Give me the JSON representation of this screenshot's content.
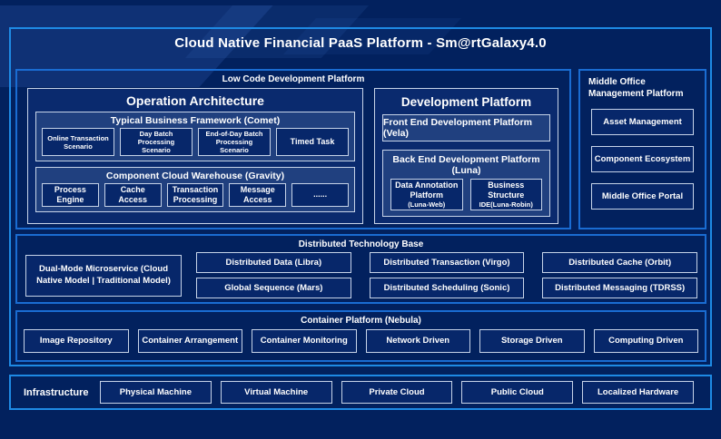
{
  "title": "Cloud Native Financial PaaS Platform - Sm@rtGalaxy4.0",
  "colors": {
    "background": "#02215e",
    "frame_border": "#1e8ae4",
    "section_border": "#1a6cd2",
    "box_border": "#c6d3e8",
    "panel_fill": "#20407f",
    "box_fill": "#07276a",
    "text": "#ffffff"
  },
  "low_code": {
    "label": "Low Code Development Platform",
    "operation": {
      "title": "Operation Architecture",
      "comet": {
        "title": "Typical Business Framework (Comet)",
        "items": [
          "Online Transaction Scenario",
          "Day Batch Processing Scenario",
          "End-of-Day Batch Processing Scenario",
          "Timed Task"
        ]
      },
      "gravity": {
        "title": "Component Cloud Warehouse (Gravity)",
        "items": [
          "Process Engine",
          "Cache Access",
          "Transaction Processing",
          "Message Access",
          "......"
        ]
      }
    },
    "development": {
      "title": "Development Platform",
      "front_end": "Front End Development Platform (Vela)",
      "back_end": {
        "title": "Back End Development Platform (Luna)",
        "items": [
          {
            "name": "Data Annotation Platform",
            "sub": "(Luna-Web)"
          },
          {
            "name": "Business Structure",
            "sub": "IDE(Luna-Robin)"
          }
        ]
      }
    }
  },
  "middle_office": {
    "label": "Middle Office Management Platform",
    "items": [
      "Asset Management",
      "Component Ecosystem",
      "Middle Office Portal"
    ]
  },
  "distributed": {
    "label": "Distributed Technology Base",
    "dual_mode": "Dual-Mode Microservice (Cloud Native Model | Traditional Model)",
    "cells": [
      "Distributed Data (Libra)",
      "Distributed Transaction (Virgo)",
      "Distributed Cache (Orbit)",
      "Global Sequence (Mars)",
      "Distributed Scheduling (Sonic)",
      "Distributed Messaging (TDRSS)"
    ]
  },
  "container_platform": {
    "label": "Container Platform (Nebula)",
    "items": [
      "Image Repository",
      "Container Arrangement",
      "Container Monitoring",
      "Network Driven",
      "Storage Driven",
      "Computing Driven"
    ]
  },
  "infrastructure": {
    "label": "Infrastructure",
    "items": [
      "Physical Machine",
      "Virtual Machine",
      "Private Cloud",
      "Public Cloud",
      "Localized Hardware"
    ]
  }
}
